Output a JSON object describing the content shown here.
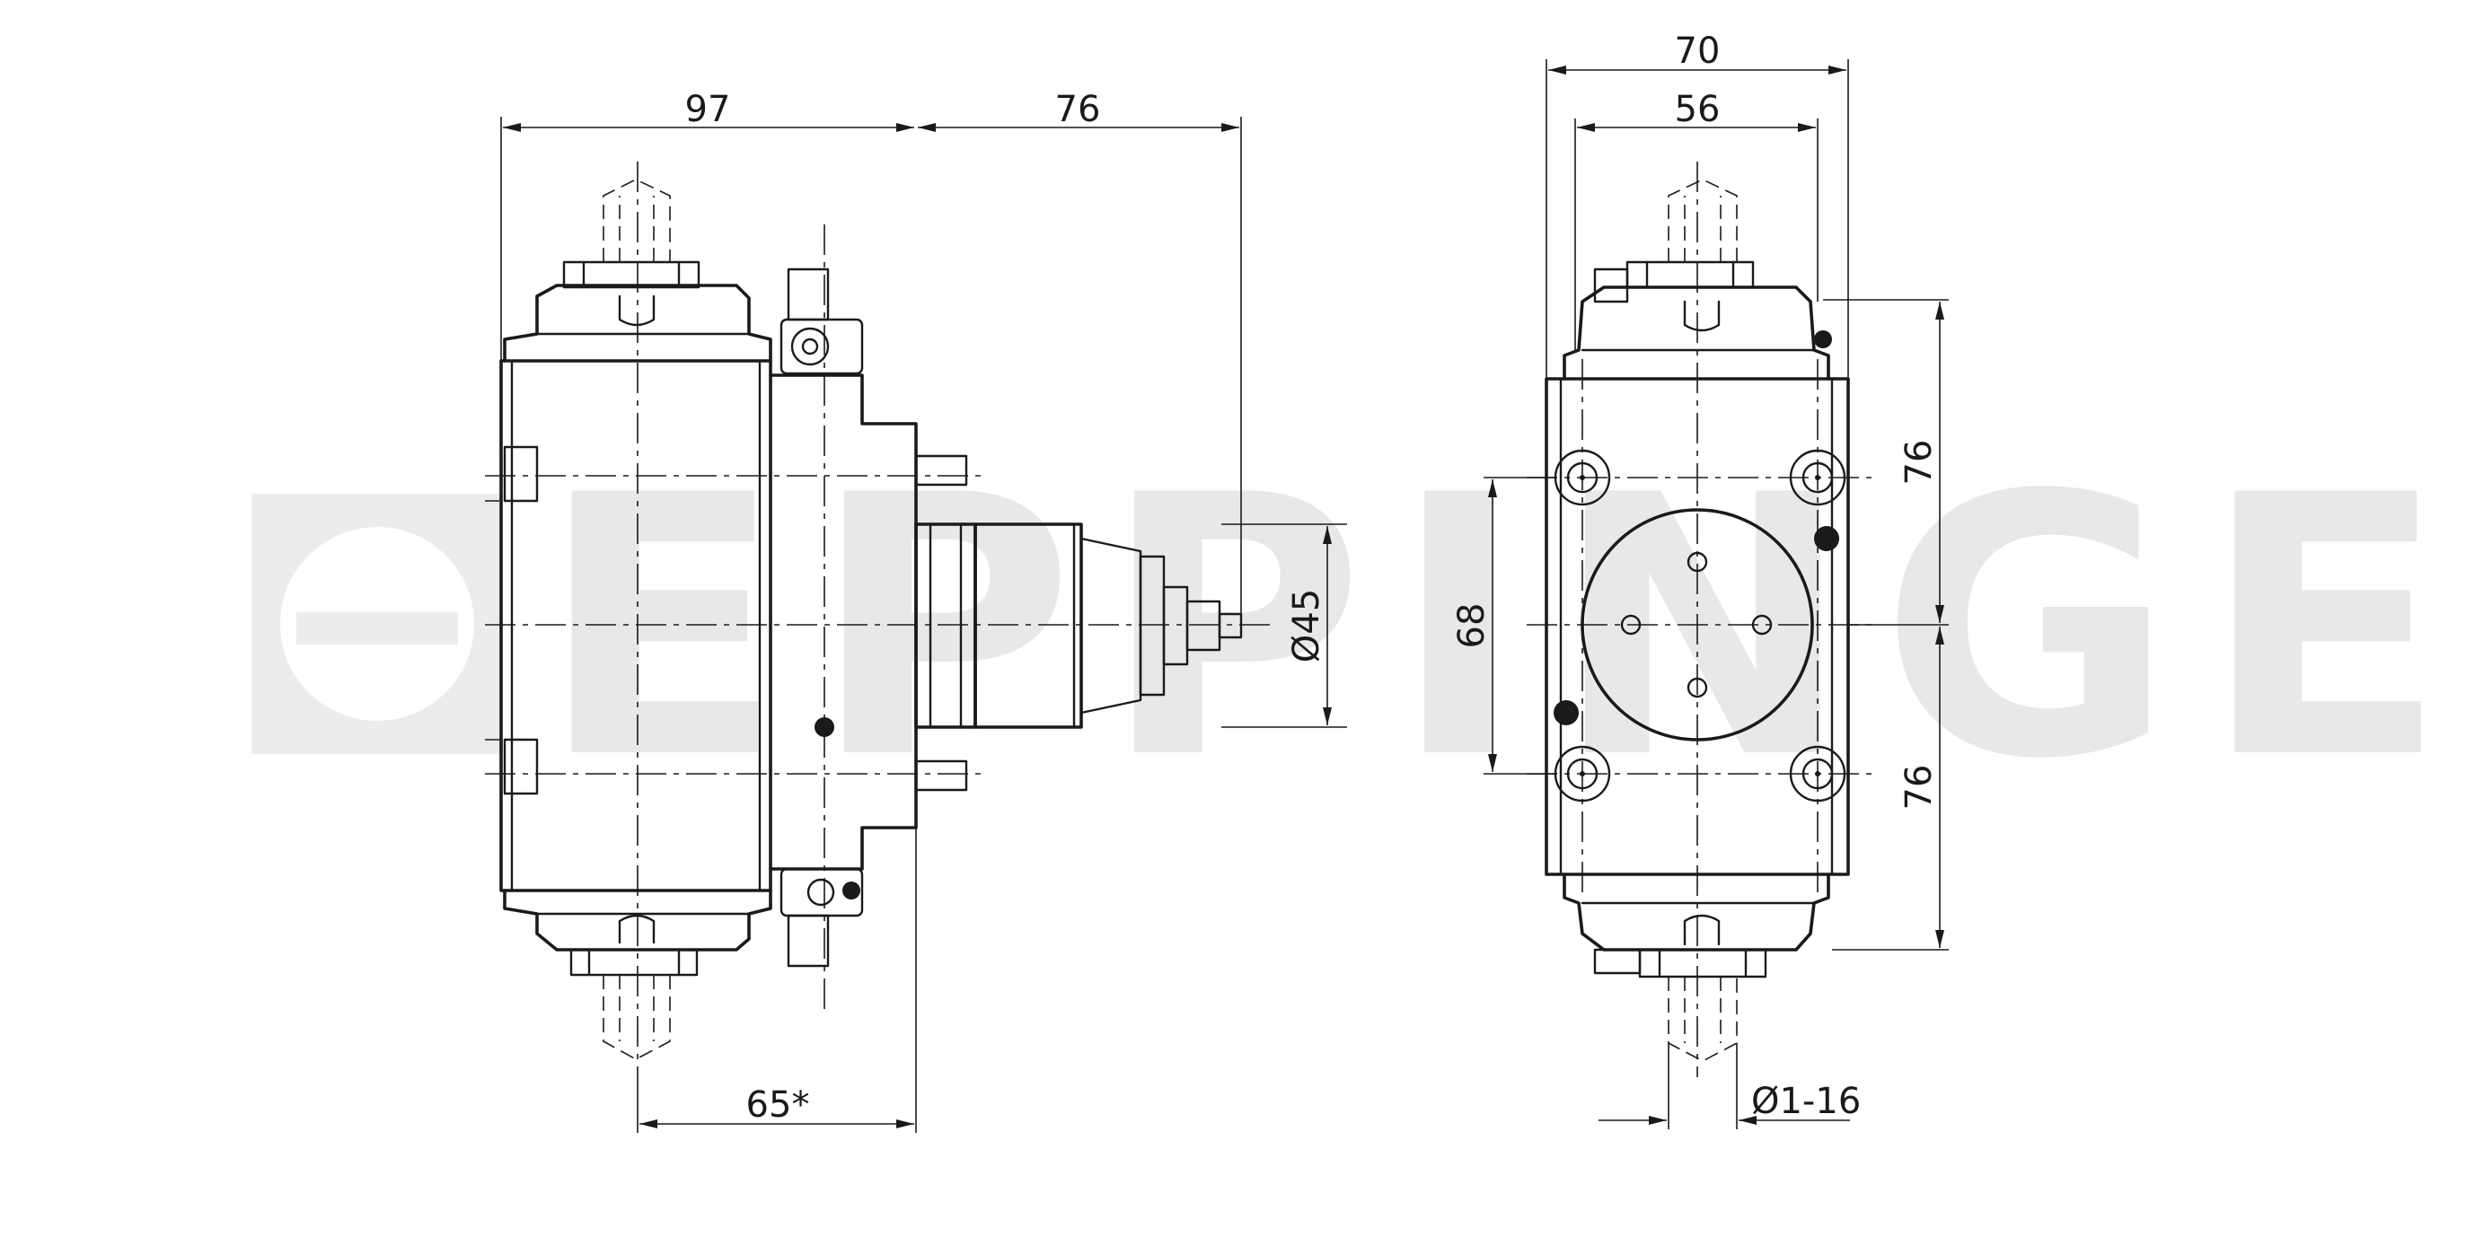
{
  "watermark": {
    "text": "EPPINGER"
  },
  "dimensions": {
    "width_left": "97",
    "width_shaft": "76",
    "diameter_shaft": "Ø45",
    "lower_offset": "65*",
    "width_right_outer": "70",
    "width_right_inner": "56",
    "height_hole_spacing": "68",
    "height_upper": "76",
    "height_lower": "76",
    "collet": "Ø1-16"
  },
  "colors": {
    "line": "#1a1a1a",
    "watermark": "#e8e8e8",
    "background": "#ffffff"
  }
}
